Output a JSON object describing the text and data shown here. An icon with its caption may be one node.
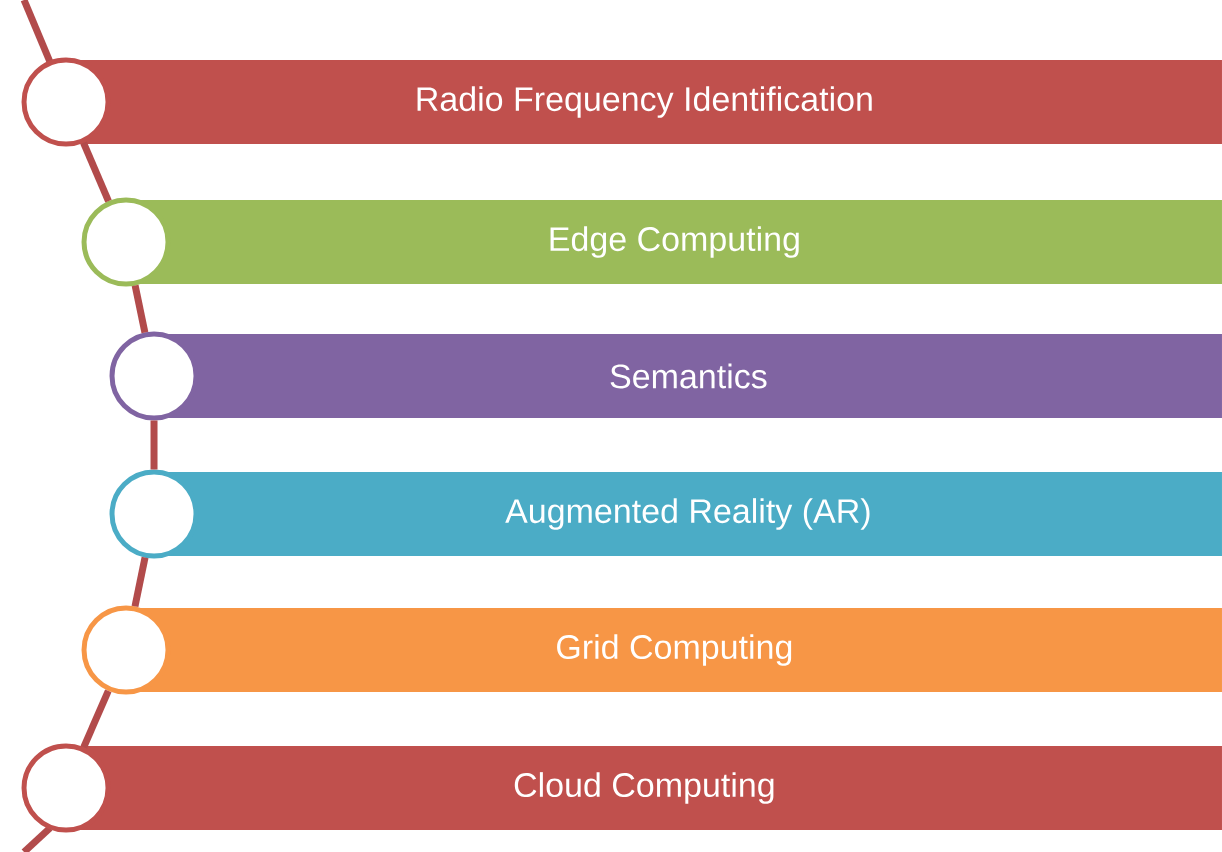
{
  "diagram": {
    "nodes": [
      {
        "text": [
          "Radio Frequency Identification"
        ]
      },
      {
        "text": [
          "Edge Computing"
        ]
      },
      {
        "text": [
          "Semantics"
        ]
      },
      {
        "text": [
          "Augmented Reality (AR)"
        ]
      },
      {
        "text": [
          "Grid Computing"
        ]
      },
      {
        "text": [
          "Cloud Computing"
        ]
      },
      {
        "text": [],
        "shape": "circle"
      },
      {
        "text": [],
        "shape": "circle"
      },
      {
        "text": [],
        "shape": "circle"
      },
      {
        "text": [],
        "shape": "circle"
      },
      {
        "text": [],
        "shape": "circle"
      },
      {
        "text": [],
        "shape": "circle"
      }
    ],
    "edges": [
      {
        "from": 6,
        "to": 7,
        "arrow": "none"
      },
      {
        "from": 7,
        "to": 8,
        "arrow": "none"
      },
      {
        "from": 8,
        "to": 9,
        "arrow": "none"
      },
      {
        "from": 9,
        "to": 10,
        "arrow": "none"
      },
      {
        "from": 10,
        "to": 11,
        "arrow": "none"
      }
    ]
  }
}
